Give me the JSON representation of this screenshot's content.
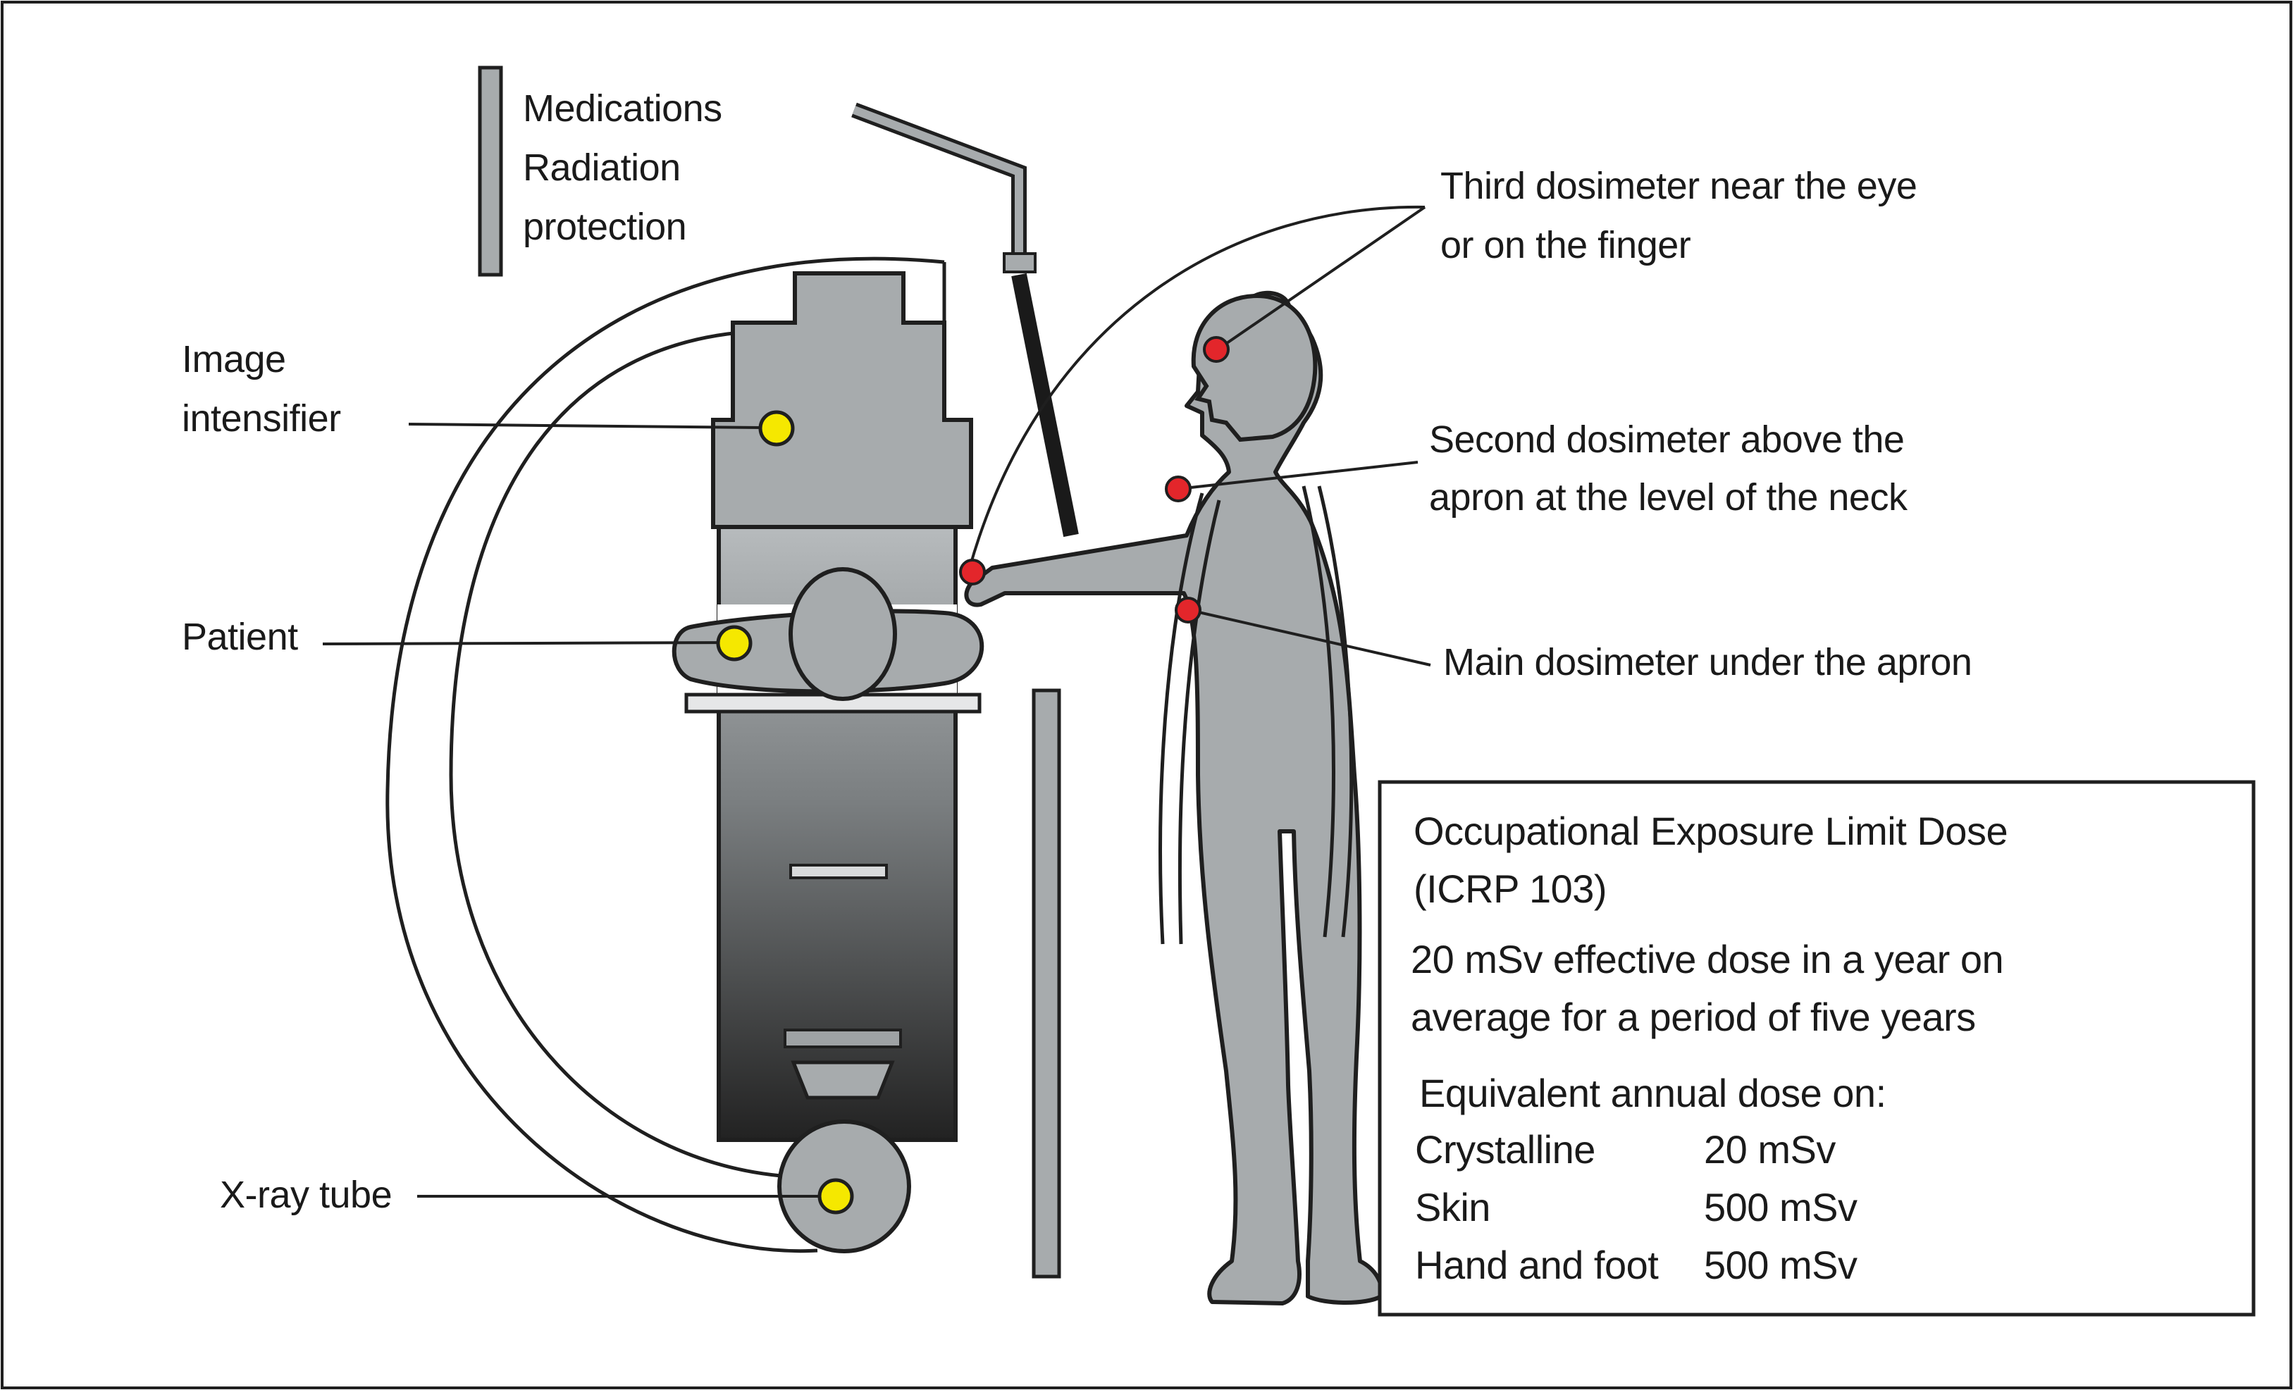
{
  "labels": {
    "medications": [
      "Medications",
      "Radiation",
      "protection"
    ],
    "image_intensifier": [
      "Image",
      "intensifier"
    ],
    "patient": "Patient",
    "xray_tube": "X-ray tube",
    "third_dosimeter": [
      "Third dosimeter near the eye",
      "or on the finger"
    ],
    "second_dosimeter": [
      "Second dosimeter above the",
      "apron at the level of the neck"
    ],
    "main_dosimeter": "Main dosimeter under the apron"
  },
  "limits_box": {
    "title": [
      "Occupational Exposure Limit Dose",
      "(ICRP 103)"
    ],
    "effective": [
      "20 mSv effective dose in a year on",
      "average for a period of five years"
    ],
    "equivalent_heading": "Equivalent annual dose on:",
    "rows": [
      {
        "organ": "Crystalline",
        "dose": "20 mSv"
      },
      {
        "organ": "Skin",
        "dose": "500 mSv"
      },
      {
        "organ": "Hand and foot",
        "dose": "500 mSv"
      }
    ]
  },
  "colors": {
    "equipment_fill": "#a7abad",
    "outline": "#1f1f1f",
    "marker_yellow": "#f5e800",
    "marker_red": "#e3262b"
  }
}
